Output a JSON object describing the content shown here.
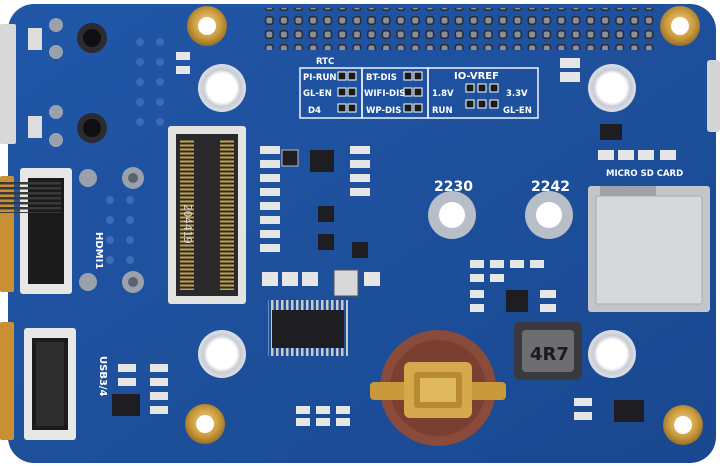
{
  "colors": {
    "board": "#1d4f9a",
    "board_dark": "#173f7f",
    "silkscreen": "#ffffff",
    "gold": "#c99a3c",
    "chip": "#1e1e22",
    "connector": "#d9d9d6",
    "battery": "#8a4b3a"
  },
  "labels": {
    "rtc": "RTC",
    "pi_run": "PI-RUN",
    "gl_en_left": "GL-EN",
    "d4": "D4",
    "bt_dis": "BT-DIS",
    "wifi_dis": "WIFI-DIS",
    "wp_dis": "WP-DIS",
    "io_vref": "IO-VREF",
    "v18": "1.8V",
    "v33": "3.3V",
    "run": "RUN",
    "gl_en_right": "GL-EN",
    "m2_2230": "2230",
    "m2_2242": "2242",
    "micro_sd": "MICRO SD CARD",
    "hdmi1": "HDMI1",
    "usb34": "USB3/4",
    "inductor": "4R7",
    "m2_marking": "204419"
  }
}
